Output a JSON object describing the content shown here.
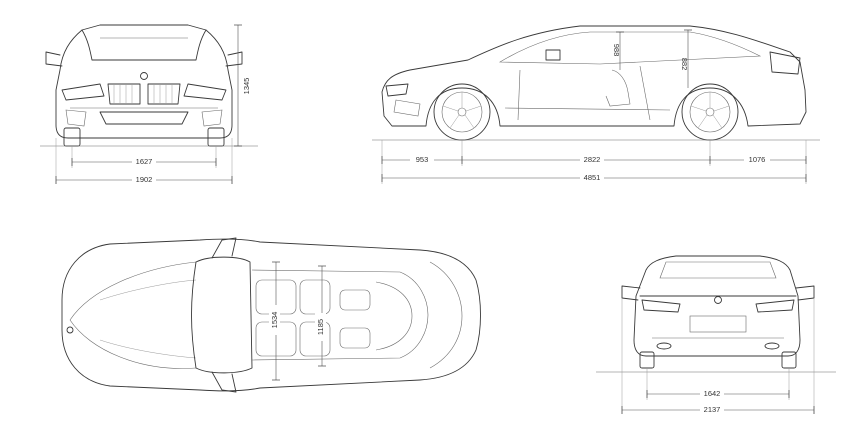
{
  "dimensions": {
    "front_track": "1627",
    "front_width": "1902",
    "front_height": "1345",
    "front_overhang": "953",
    "wheelbase": "2822",
    "rear_overhang": "1076",
    "overall_length": "4851",
    "side_headroom_front": "988",
    "side_headroom_rear": "882",
    "top_elbow_width": "1534",
    "top_rear_width": "1185",
    "rear_track": "1642",
    "rear_width_mirrors": "2137"
  },
  "colors": {
    "line": "#3a3a3a",
    "background": "#ffffff"
  }
}
